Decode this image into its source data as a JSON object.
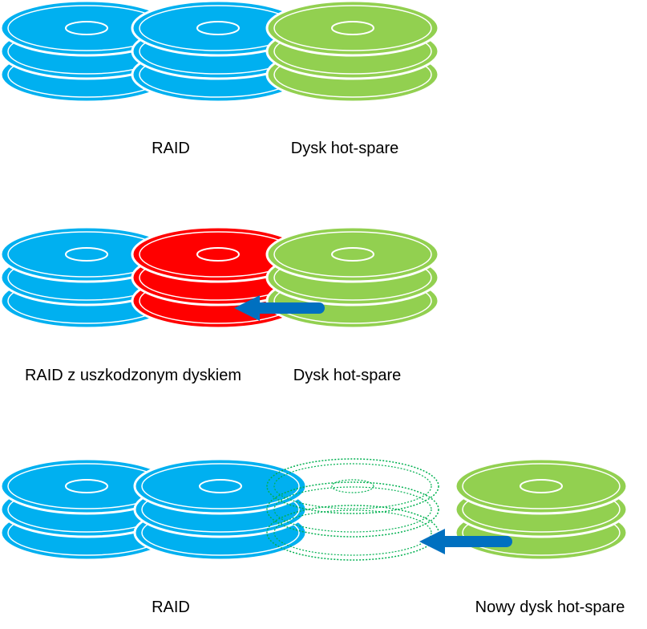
{
  "colors": {
    "disk_blue": "#00b0f0",
    "disk_red": "#ff0000",
    "disk_green": "#92d050",
    "ghost_green": "#00b050",
    "arrow_blue": "#0070c0",
    "edge_white": "#ffffff"
  },
  "panel1": {
    "raid_label": "RAID",
    "spare_label": "Dysk hot-spare"
  },
  "panel2": {
    "raid_label": "RAID z uszkodzonym dyskiem",
    "spare_label": "Dysk hot-spare"
  },
  "panel3": {
    "raid_label": "RAID",
    "spare_label": "Nowy dysk hot-spare"
  }
}
